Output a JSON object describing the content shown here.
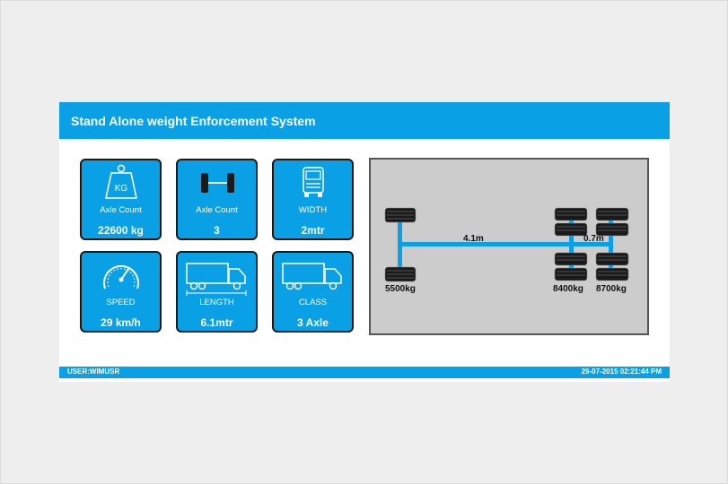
{
  "header": {
    "title": "Stand Alone weight Enforcement System"
  },
  "tiles": [
    {
      "label": "Axle Count",
      "value": "22600 kg",
      "icon": "weight-kg-icon"
    },
    {
      "label": "Axle Count",
      "value": "3",
      "icon": "axle-icon"
    },
    {
      "label": "WIDTH",
      "value": "2mtr",
      "icon": "truck-front-icon"
    },
    {
      "label": "SPEED",
      "value": "29 km/h",
      "icon": "speedometer-icon"
    },
    {
      "label": "LENGTH",
      "value": "6.1mtr",
      "icon": "truck-side-icon"
    },
    {
      "label": "CLASS",
      "value": "3 Axle",
      "icon": "truck-side-icon"
    }
  ],
  "diagram": {
    "spacings": [
      "4.1m",
      "0.7m"
    ],
    "axle_weights": [
      "5500kg",
      "8400kg",
      "8700kg"
    ]
  },
  "footer": {
    "user": "USER:WIMUSR",
    "datetime": "29-07-2015 02:21:44 PM"
  },
  "colors": {
    "accent": "#0aa0e6",
    "tile_border": "#1a1a1a",
    "diagram_bg": "#cccccc"
  }
}
